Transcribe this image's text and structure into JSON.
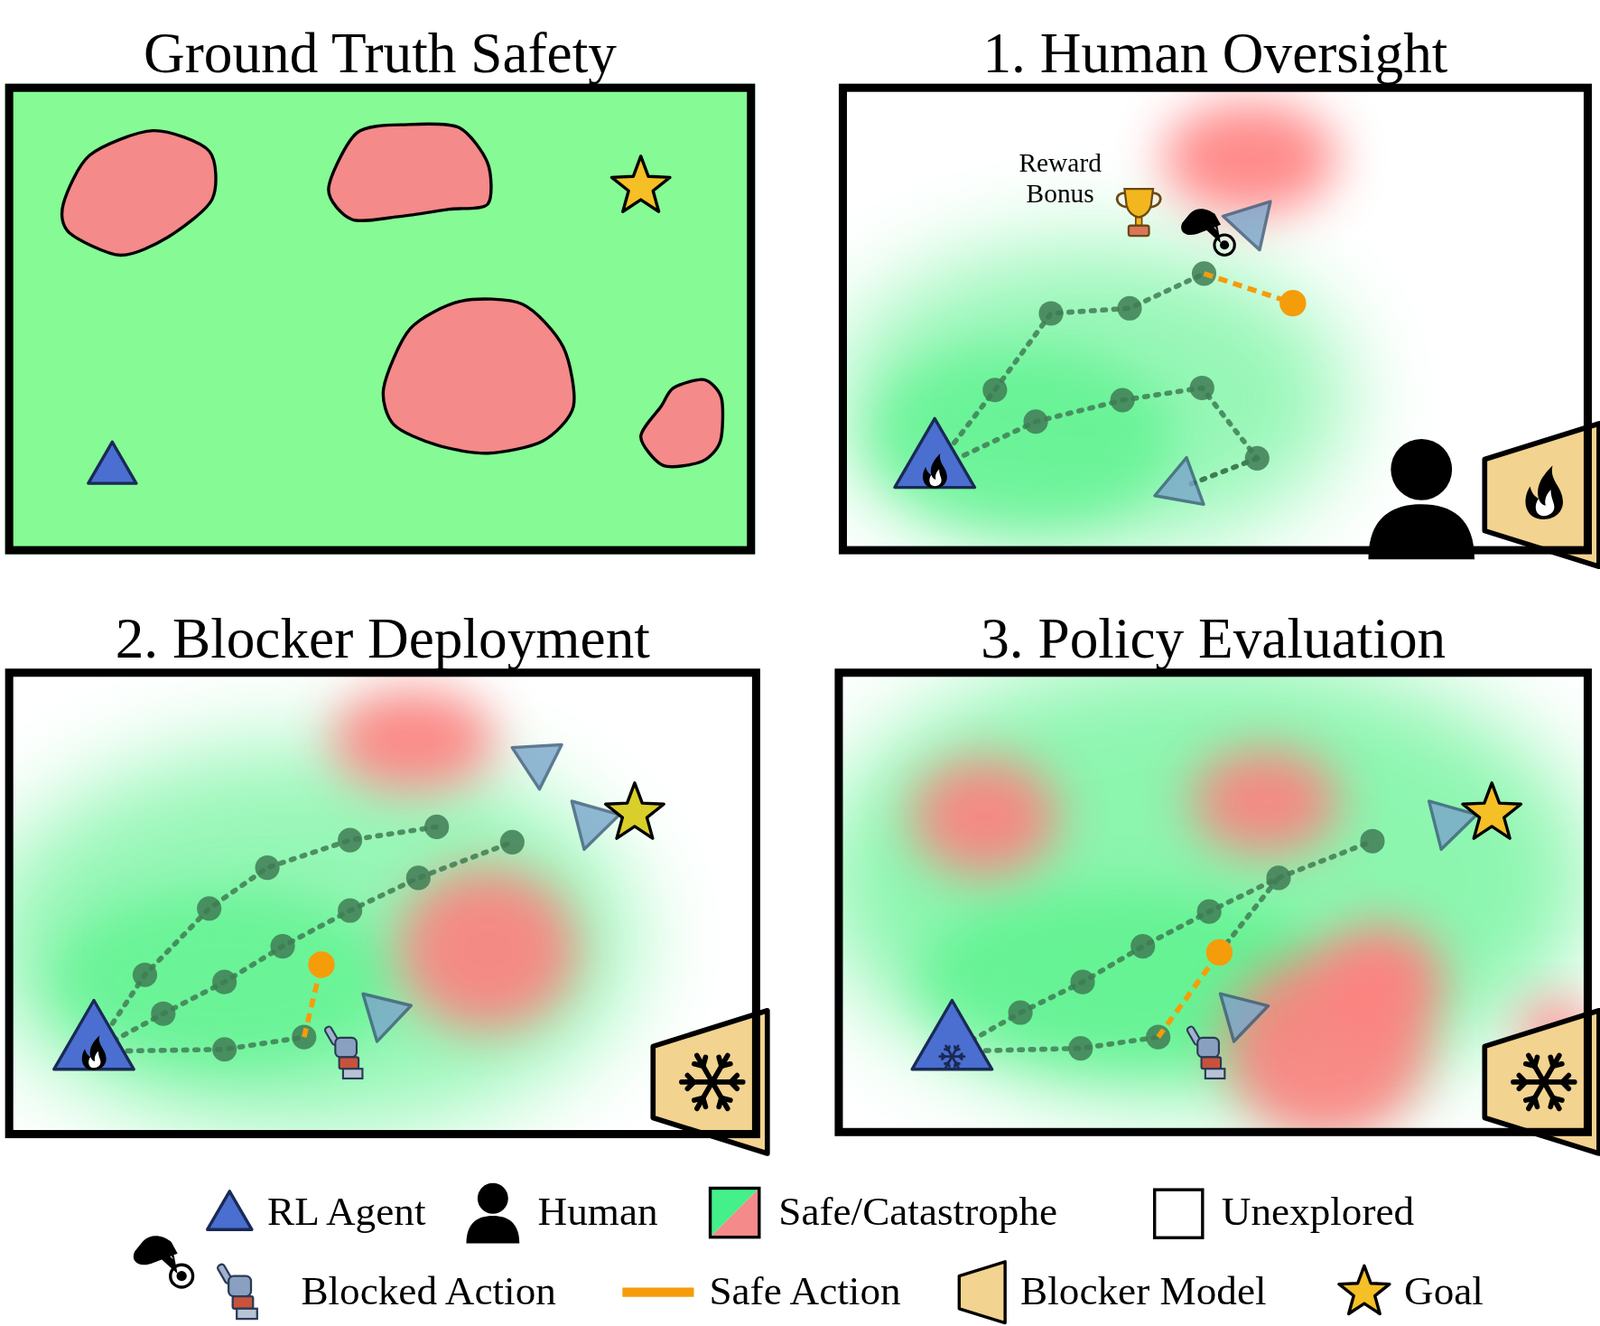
{
  "diagram": {
    "nodes": [
      {
        "text": [
          "Ground Truth Safety"
        ]
      },
      {
        "text": [
          "1. Human Oversight"
        ]
      },
      {
        "text": [
          "2. Blocker Deployment"
        ]
      },
      {
        "text": [
          "3. Policy Evaluation"
        ]
      }
    ],
    "labels": [
      "Reward Bonus"
    ],
    "legend": [
      {
        "text": "RL Agent"
      },
      {
        "text": "Human"
      },
      {
        "text": "Safe/Catastrophe"
      },
      {
        "text": "Unexplored",
        "color": "#ffffff"
      },
      {
        "text": "Blocked Action"
      },
      {
        "text": "Safe Action"
      },
      {
        "text": "Blocker Model"
      },
      {
        "text": "Goal"
      }
    ]
  }
}
